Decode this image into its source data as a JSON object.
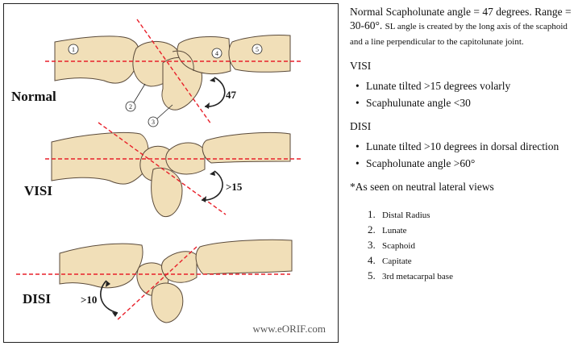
{
  "figure": {
    "title_rows": [
      "Normal",
      "VISI",
      "DISI"
    ],
    "bone_numbers": [
      "①",
      "②",
      "③",
      "④",
      "⑤"
    ],
    "angles": {
      "normal": "47",
      "visi": ">15",
      "disi": ">10"
    },
    "watermark": "www.eORIF.com",
    "colors": {
      "bone": "#f1dfb8",
      "outline": "#5a4a3a",
      "dashed": "#e8202a"
    }
  },
  "panel": {
    "intro_main": "Normal Scapholunate angle = 47 degrees. Range = 30-60°.",
    "intro_small": "SL angle is created by the long axis of the scaphoid and a line perpendicular to the capitolunate joint.",
    "visi": {
      "heading": "VISI",
      "items": [
        "Lunate tilted >15 degrees volarly",
        "Scaphulunate angle <30"
      ]
    },
    "disi": {
      "heading": "DISI",
      "items": [
        "Lunate tilted >10 degrees in dorsal direction",
        "Scapholunate angle >60°"
      ]
    },
    "note": "*As seen on neutral lateral views",
    "legend": [
      {
        "num": "1.",
        "label": "Distal Radius"
      },
      {
        "num": "2.",
        "label": "Lunate"
      },
      {
        "num": "3.",
        "label": "Scaphoid"
      },
      {
        "num": "4.",
        "label": "Capitate"
      },
      {
        "num": "5.",
        "label": "3rd metacarpal base"
      }
    ]
  }
}
